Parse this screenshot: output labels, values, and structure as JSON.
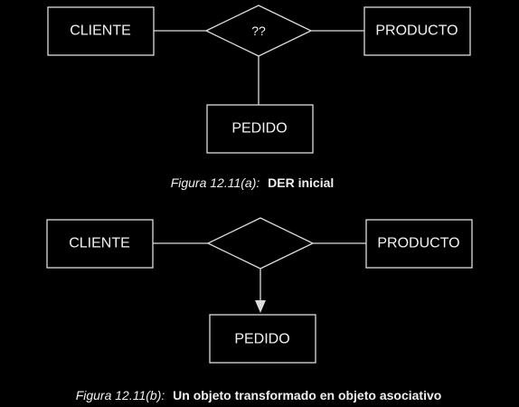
{
  "diagram_a": {
    "cliente": "CLIENTE",
    "producto": "PRODUCTO",
    "pedido": "PEDIDO",
    "relationship": "??",
    "caption_prefix": "Figura 12.11(a):",
    "caption_title": "DER inicial"
  },
  "diagram_b": {
    "cliente": "CLIENTE",
    "producto": "PRODUCTO",
    "pedido": "PEDIDO",
    "caption_prefix": "Figura 12.11(b):",
    "caption_title": "Un objeto transformado en objeto asociativo"
  },
  "colors": {
    "background": "#000000",
    "stroke": "#dcdcdc",
    "text": "#f2f2f2"
  }
}
